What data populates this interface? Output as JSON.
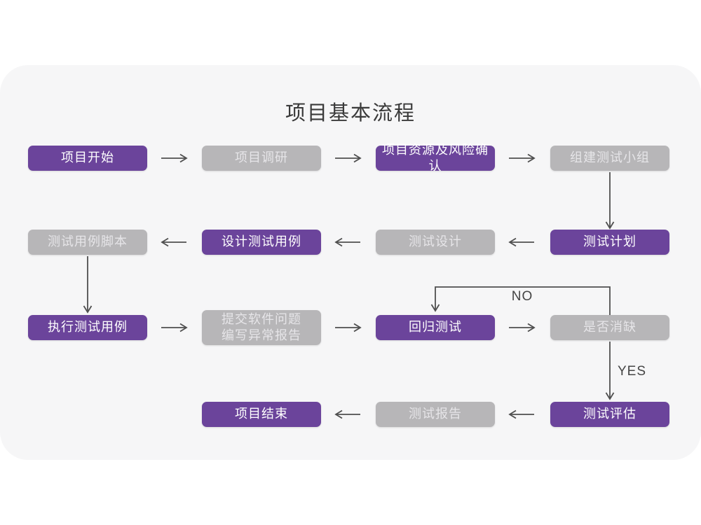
{
  "title": "项目基本流程",
  "colors": {
    "accent_purple": "#6b449b",
    "node_gray": "#b7b6b8",
    "card_background": "#f6f6f7",
    "arrow": "#4f4f4f",
    "title_text": "#3a3a3a"
  },
  "labels": {
    "no": "NO",
    "yes": "YES"
  },
  "nodes": [
    {
      "id": "project-start",
      "label": "项目开始",
      "variant": "purple"
    },
    {
      "id": "project-research",
      "label": "项目调研",
      "variant": "gray"
    },
    {
      "id": "resources-risk-confirm",
      "label": "项目资源及风险确认",
      "variant": "purple"
    },
    {
      "id": "build-test-team",
      "label": "组建测试小组",
      "variant": "gray"
    },
    {
      "id": "test-plan",
      "label": "测试计划",
      "variant": "purple"
    },
    {
      "id": "test-design",
      "label": "测试设计",
      "variant": "gray"
    },
    {
      "id": "design-test-case",
      "label": "设计测试用例",
      "variant": "purple"
    },
    {
      "id": "test-case-script",
      "label": "测试用例脚本",
      "variant": "gray"
    },
    {
      "id": "execute-test-case",
      "label": "执行测试用例",
      "variant": "purple"
    },
    {
      "id": "submit-issue-report",
      "label": "提交软件问题\n编写异常报告",
      "variant": "gray"
    },
    {
      "id": "regression-test",
      "label": "回归测试",
      "variant": "purple"
    },
    {
      "id": "defect-resolved",
      "label": "是否消缺",
      "variant": "gray"
    },
    {
      "id": "test-evaluation",
      "label": "测试评估",
      "variant": "purple"
    },
    {
      "id": "test-report",
      "label": "测试报告",
      "variant": "gray"
    },
    {
      "id": "project-end",
      "label": "项目结束",
      "variant": "purple"
    }
  ],
  "edges": [
    {
      "from": "project-start",
      "to": "project-research"
    },
    {
      "from": "project-research",
      "to": "resources-risk-confirm"
    },
    {
      "from": "resources-risk-confirm",
      "to": "build-test-team"
    },
    {
      "from": "build-test-team",
      "to": "test-plan"
    },
    {
      "from": "test-plan",
      "to": "test-design"
    },
    {
      "from": "test-design",
      "to": "design-test-case"
    },
    {
      "from": "design-test-case",
      "to": "test-case-script"
    },
    {
      "from": "test-case-script",
      "to": "execute-test-case"
    },
    {
      "from": "execute-test-case",
      "to": "submit-issue-report"
    },
    {
      "from": "submit-issue-report",
      "to": "regression-test"
    },
    {
      "from": "regression-test",
      "to": "defect-resolved"
    },
    {
      "from": "defect-resolved",
      "to": "regression-test",
      "label": "NO"
    },
    {
      "from": "defect-resolved",
      "to": "test-evaluation",
      "label": "YES"
    },
    {
      "from": "test-evaluation",
      "to": "test-report"
    },
    {
      "from": "test-report",
      "to": "project-end"
    }
  ]
}
